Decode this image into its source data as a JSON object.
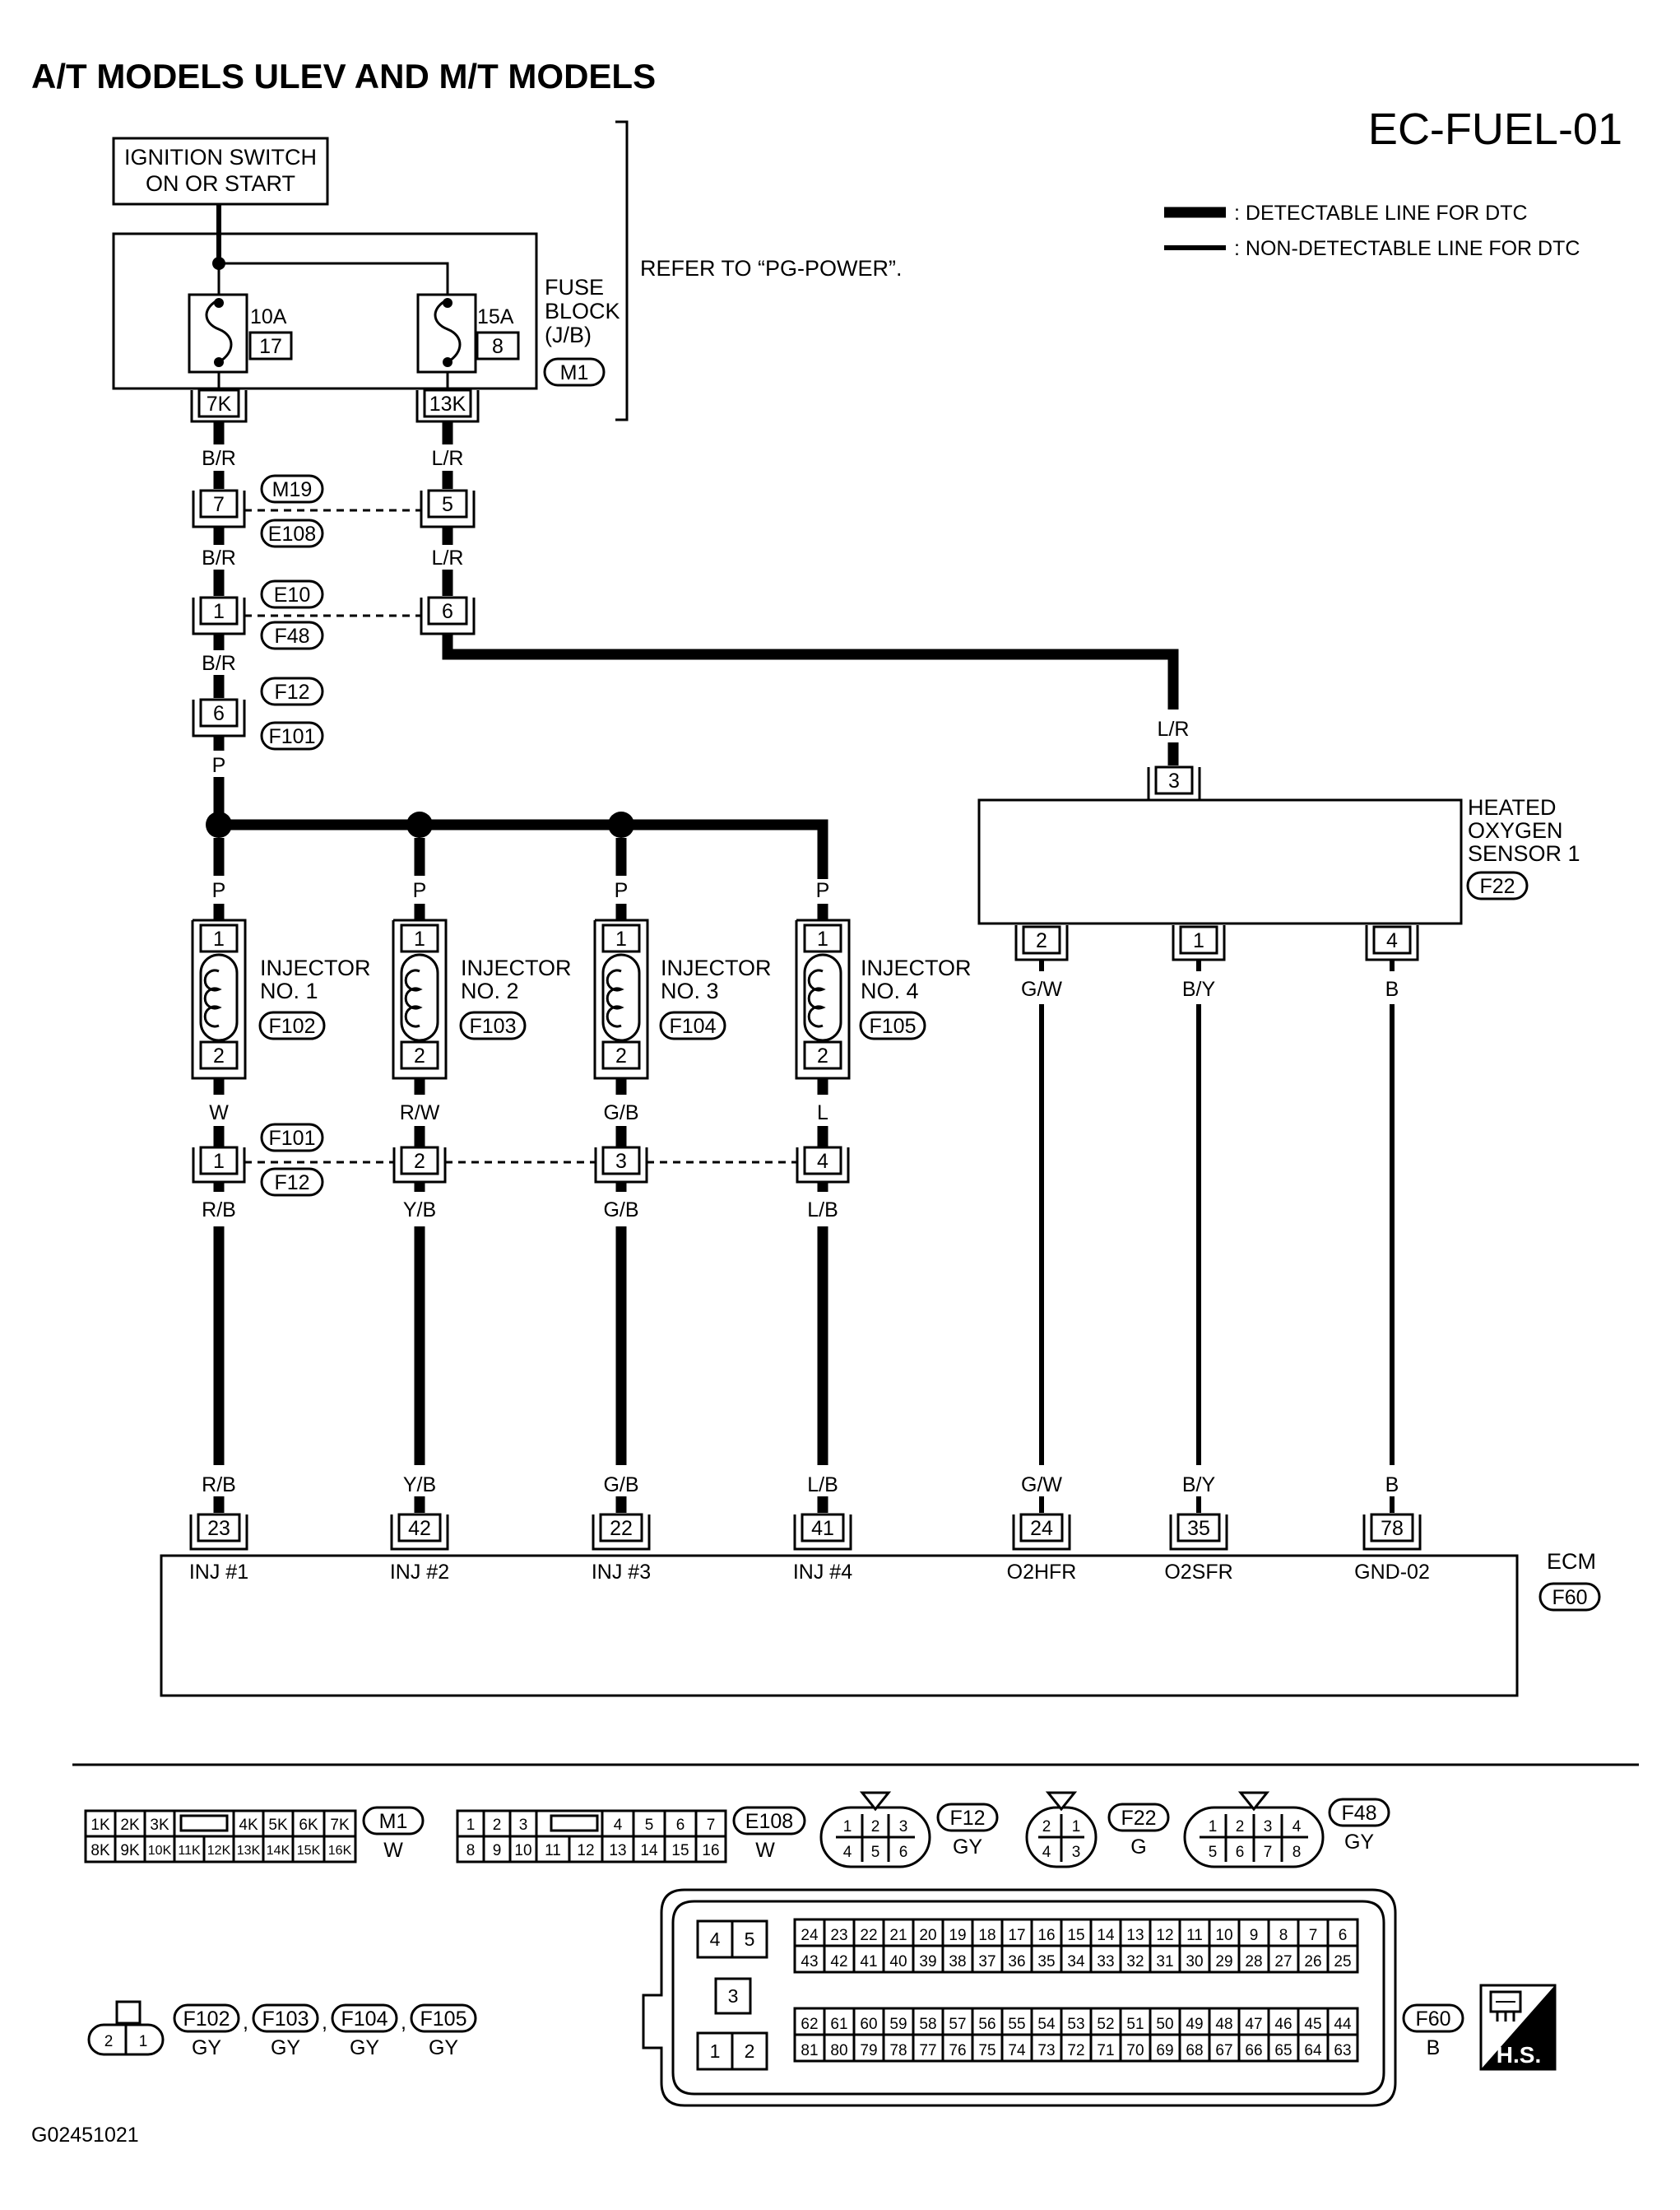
{
  "title": "A/T MODELS ULEV AND M/T MODELS",
  "page_code": "EC-FUEL-01",
  "legend": {
    "detectable": ": DETECTABLE LINE FOR DTC",
    "non_detectable": ": NON-DETECTABLE LINE FOR DTC"
  },
  "ignition": [
    "IGNITION SWITCH",
    "ON OR START"
  ],
  "refer": "REFER TO “PG-POWER”.",
  "fuse_block": {
    "label": [
      "FUSE",
      "BLOCK",
      "(J/B)"
    ],
    "conn": "M1",
    "fuses": [
      {
        "rating": "10A",
        "num": "17",
        "term": "7K"
      },
      {
        "rating": "15A",
        "num": "8",
        "term": "13K"
      }
    ]
  },
  "wires": {
    "br": "B/R",
    "lr": "L/R",
    "p": "P",
    "w": "W",
    "rw": "R/W",
    "gb": "G/B",
    "l": "L",
    "rb": "R/B",
    "yb": "Y/B",
    "lb": "L/B",
    "gw": "G/W",
    "by": "B/Y",
    "b": "B"
  },
  "junctions": [
    {
      "pins": [
        "7",
        "5"
      ],
      "conns": [
        "M19",
        "E108"
      ]
    },
    {
      "pins": [
        "1",
        "6"
      ],
      "conns": [
        "E10",
        "F48"
      ]
    },
    {
      "pins": [
        "6"
      ],
      "conns": [
        "F12",
        "F101"
      ]
    },
    {
      "pins": [
        "1",
        "2",
        "3",
        "4"
      ],
      "conns": [
        "F101",
        "F12"
      ]
    }
  ],
  "injectors": [
    {
      "name": [
        "INJECTOR",
        "NO. 1"
      ],
      "conn": "F102",
      "pin_top": "1",
      "pin_bot": "2"
    },
    {
      "name": [
        "INJECTOR",
        "NO. 2"
      ],
      "conn": "F103",
      "pin_top": "1",
      "pin_bot": "2"
    },
    {
      "name": [
        "INJECTOR",
        "NO. 3"
      ],
      "conn": "F104",
      "pin_top": "1",
      "pin_bot": "2"
    },
    {
      "name": [
        "INJECTOR",
        "NO. 4"
      ],
      "conn": "F105",
      "pin_top": "1",
      "pin_bot": "2"
    }
  ],
  "sensor": {
    "name": [
      "HEATED",
      "OXYGEN",
      "SENSOR 1"
    ],
    "conn": "F22",
    "pin_top": "3",
    "pins_bottom": [
      "2",
      "1",
      "4"
    ]
  },
  "ecm": {
    "name": "ECM",
    "conn": "F60",
    "pins": [
      {
        "num": "23",
        "label": "INJ #1"
      },
      {
        "num": "42",
        "label": "INJ #2"
      },
      {
        "num": "22",
        "label": "INJ #3"
      },
      {
        "num": "41",
        "label": "INJ #4"
      },
      {
        "num": "24",
        "label": "O2HFR"
      },
      {
        "num": "35",
        "label": "O2SFR"
      },
      {
        "num": "78",
        "label": "GND-02"
      }
    ]
  },
  "connector_views": {
    "m1": {
      "id": "M1",
      "color": "W",
      "top": [
        "1K",
        "2K",
        "3K",
        "4K",
        "5K",
        "6K",
        "7K"
      ],
      "bottom": [
        "8K",
        "9K",
        "10K",
        "11K",
        "12K",
        "13K",
        "14K",
        "15K",
        "16K"
      ]
    },
    "e108": {
      "id": "E108",
      "color": "W",
      "top": [
        "1",
        "2",
        "3",
        "4",
        "5",
        "6",
        "7"
      ],
      "bottom": [
        "8",
        "9",
        "10",
        "11",
        "12",
        "13",
        "14",
        "15",
        "16"
      ]
    },
    "f12": {
      "id": "F12",
      "color": "GY",
      "top": [
        "1",
        "2",
        "3"
      ],
      "bottom": [
        "4",
        "5",
        "6"
      ]
    },
    "f22": {
      "id": "F22",
      "color": "G",
      "top": [
        "2",
        "1"
      ],
      "bottom": [
        "4",
        "3"
      ]
    },
    "f48": {
      "id": "F48",
      "color": "GY",
      "top": [
        "1",
        "2",
        "3",
        "4"
      ],
      "bottom": [
        "5",
        "6",
        "7",
        "8"
      ]
    },
    "injector_conn": {
      "pins": [
        "2",
        "1"
      ],
      "ids": [
        "F102",
        "F103",
        "F104",
        "F105"
      ],
      "colors": [
        "GY",
        "GY",
        "GY",
        "GY"
      ],
      "sep": ","
    },
    "f60": {
      "id": "F60",
      "color": "B",
      "small": [
        "4",
        "5",
        "3",
        "1",
        "2"
      ],
      "row1": [
        "24",
        "23",
        "22",
        "21",
        "20",
        "19",
        "18",
        "17",
        "16",
        "15",
        "14",
        "13",
        "12",
        "11",
        "10",
        "9",
        "8",
        "7",
        "6"
      ],
      "row2": [
        "43",
        "42",
        "41",
        "40",
        "39",
        "38",
        "37",
        "36",
        "35",
        "34",
        "33",
        "32",
        "31",
        "30",
        "29",
        "28",
        "27",
        "26",
        "25"
      ],
      "row3": [
        "62",
        "61",
        "60",
        "59",
        "58",
        "57",
        "56",
        "55",
        "54",
        "53",
        "52",
        "51",
        "50",
        "49",
        "48",
        "47",
        "46",
        "45",
        "44"
      ],
      "row4": [
        "81",
        "80",
        "79",
        "78",
        "77",
        "76",
        "75",
        "74",
        "73",
        "72",
        "71",
        "70",
        "69",
        "68",
        "67",
        "66",
        "65",
        "64",
        "63"
      ]
    },
    "hs": "H.S."
  },
  "footer_code": "G02451021"
}
